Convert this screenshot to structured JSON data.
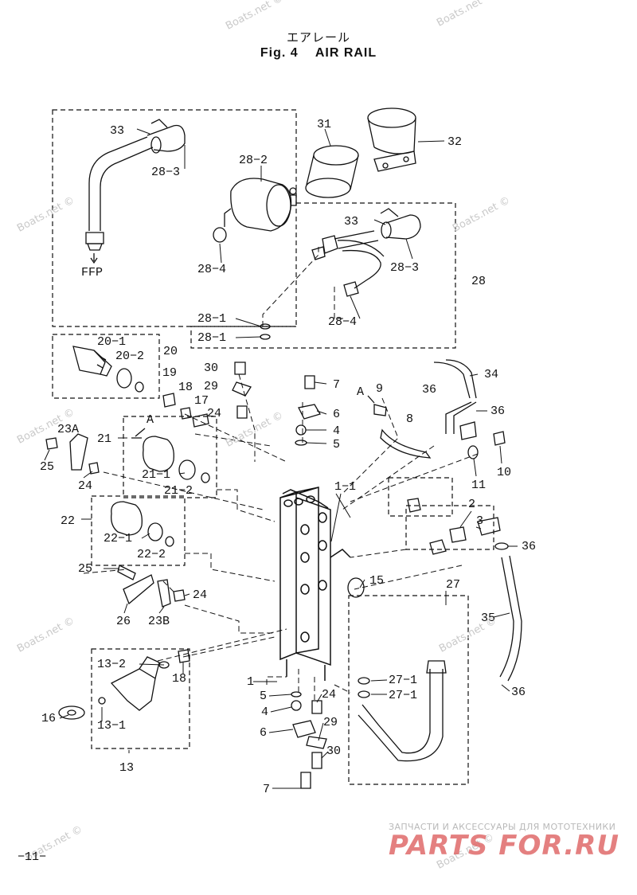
{
  "header": {
    "title_jp": "エアレール",
    "title_en": "Fig. 4    AIR RAIL"
  },
  "part_labels": {
    "p33a": "33",
    "p28_3a": "28−3",
    "ffp": "FFP",
    "p28_2": "28−2",
    "p28_4a": "28−4",
    "p31": "31",
    "p32": "32",
    "p33b": "33",
    "p28_3b": "28−3",
    "p28": "28",
    "p28_4b": "28−4",
    "p28_1a": "28−1",
    "p28_1b": "28−1",
    "p20_1": "20−1",
    "p20_2": "20−2",
    "p20": "20",
    "p19": "19",
    "p18a": "18",
    "p17": "17",
    "p30a": "30",
    "p29a": "29",
    "p24a": "24",
    "p7a": "7",
    "p6a": "6",
    "p4a": "4",
    "p5a": "5",
    "pA_9": "A",
    "p9": "9",
    "p8": "8",
    "p36a": "36",
    "p34": "34",
    "p36b": "36",
    "p10": "10",
    "p11": "11",
    "p23a": "23A",
    "p21": "21",
    "pA_21": "A",
    "p25a": "25",
    "p24b": "24",
    "p21_1": "21−1",
    "p21_2": "21−2",
    "p1_1": "1−1",
    "p2": "2",
    "p3": "3",
    "p36c": "36",
    "p22": "22",
    "p22_1": "22−1",
    "p22_2": "22−2",
    "p25b": "25",
    "p24c": "24",
    "p26": "26",
    "p23b": "23B",
    "p15": "15",
    "p27": "27",
    "p35": "35",
    "p13_2": "13−2",
    "p18b": "18",
    "p16": "16",
    "p13_1": "13−1",
    "p13": "13",
    "p1": "1",
    "p5b": "5",
    "p24d": "24",
    "p4b": "4",
    "p29b": "29",
    "p6b": "6",
    "p30b": "30",
    "p7b": "7",
    "p27_1a": "27−1",
    "p27_1b": "27−1",
    "p36d": "36"
  },
  "watermarks": [
    "Boats.net ©",
    "Boats.net ©",
    "Boats.net ©",
    "Boats.net ©",
    "Boats.net ©",
    "Boats.net ©",
    "Boats.net ©",
    "Boats.net ©",
    "Boats.net ©",
    "Boats.net ©"
  ],
  "footer": {
    "page_number": "−11−",
    "ru_text": "ЗАПЧАСТИ И АКСЕССУАРЫ ДЛЯ МОТОТЕХНИКИ",
    "brand": "PARTS FOR.RU"
  }
}
